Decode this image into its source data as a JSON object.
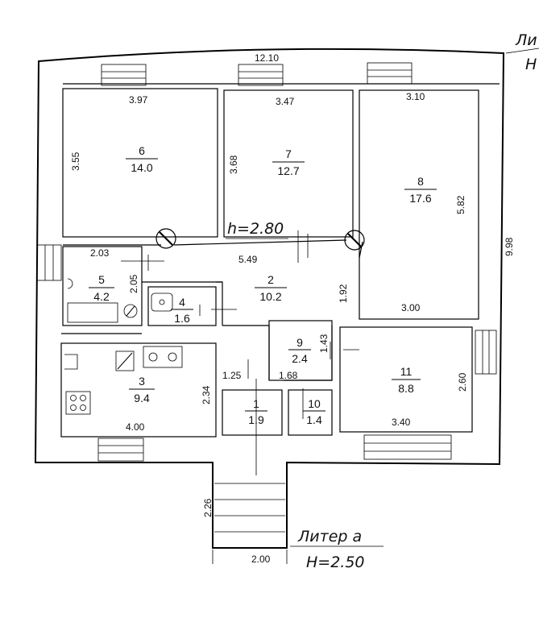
{
  "labels": {
    "height_main": "h=2.80",
    "liter_a": "Литер а",
    "height_a": "H=2.50",
    "corner_1": "Ли",
    "corner_2": "Н"
  },
  "dimensions": {
    "top_total": "12.10",
    "right_total": "9.98",
    "r6_w": "3.97",
    "r6_h": "3.55",
    "r7_w": "3.47",
    "r7_h": "3.68",
    "r8_w": "3.10",
    "r8_h": "5.82",
    "r8_b": "3.00",
    "r2_w": "5.49",
    "r2_h": "2.05",
    "r2_r": "1.92",
    "r5_w": "2.03",
    "r3_w": "4.00",
    "r3_h": "2.34",
    "r1_w": "1.25",
    "r9_w": "1.68",
    "r9_h": "1.43",
    "r11_w": "3.40",
    "r11_h": "2.60",
    "porch_h": "2.26",
    "porch_w": "2.00"
  },
  "rooms": [
    {
      "id": "6",
      "area": "14.0"
    },
    {
      "id": "7",
      "area": "12.7"
    },
    {
      "id": "8",
      "area": "17.6"
    },
    {
      "id": "2",
      "area": "10.2"
    },
    {
      "id": "5",
      "area": "4.2"
    },
    {
      "id": "4",
      "area": "1.6"
    },
    {
      "id": "3",
      "area": "9.4"
    },
    {
      "id": "9",
      "area": "2.4"
    },
    {
      "id": "11",
      "area": "8.8"
    },
    {
      "id": "1",
      "area": "1.9"
    },
    {
      "id": "10",
      "area": "1.4"
    }
  ]
}
